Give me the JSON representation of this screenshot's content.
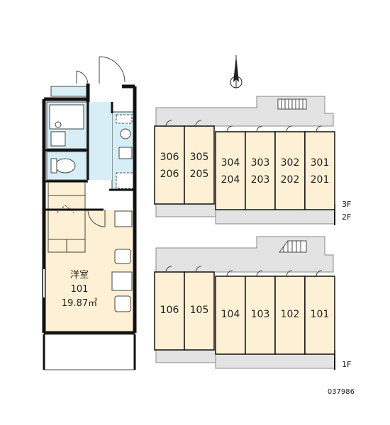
{
  "colors": {
    "room_fill": "#fdf0d5",
    "wet_fill": "#d7eef6",
    "corridor_fill": "#e3e3e3",
    "wall": "#111111",
    "line": "#444444"
  },
  "unit_plan": {
    "room_name": "洋室",
    "room_number": "101",
    "room_area": "19.87㎡"
  },
  "upper_floors": {
    "floor_labels": [
      "3F",
      "2F"
    ],
    "units": [
      {
        "top": "306",
        "bottom": "206"
      },
      {
        "top": "305",
        "bottom": "205"
      },
      {
        "top": "304",
        "bottom": "204"
      },
      {
        "top": "303",
        "bottom": "203"
      },
      {
        "top": "302",
        "bottom": "202"
      },
      {
        "top": "301",
        "bottom": "201"
      }
    ]
  },
  "ground_floor": {
    "floor_label": "1F",
    "units": [
      "106",
      "105",
      "104",
      "103",
      "102",
      "101"
    ]
  },
  "compass_icon": "north-arrow-icon",
  "code": "037986"
}
